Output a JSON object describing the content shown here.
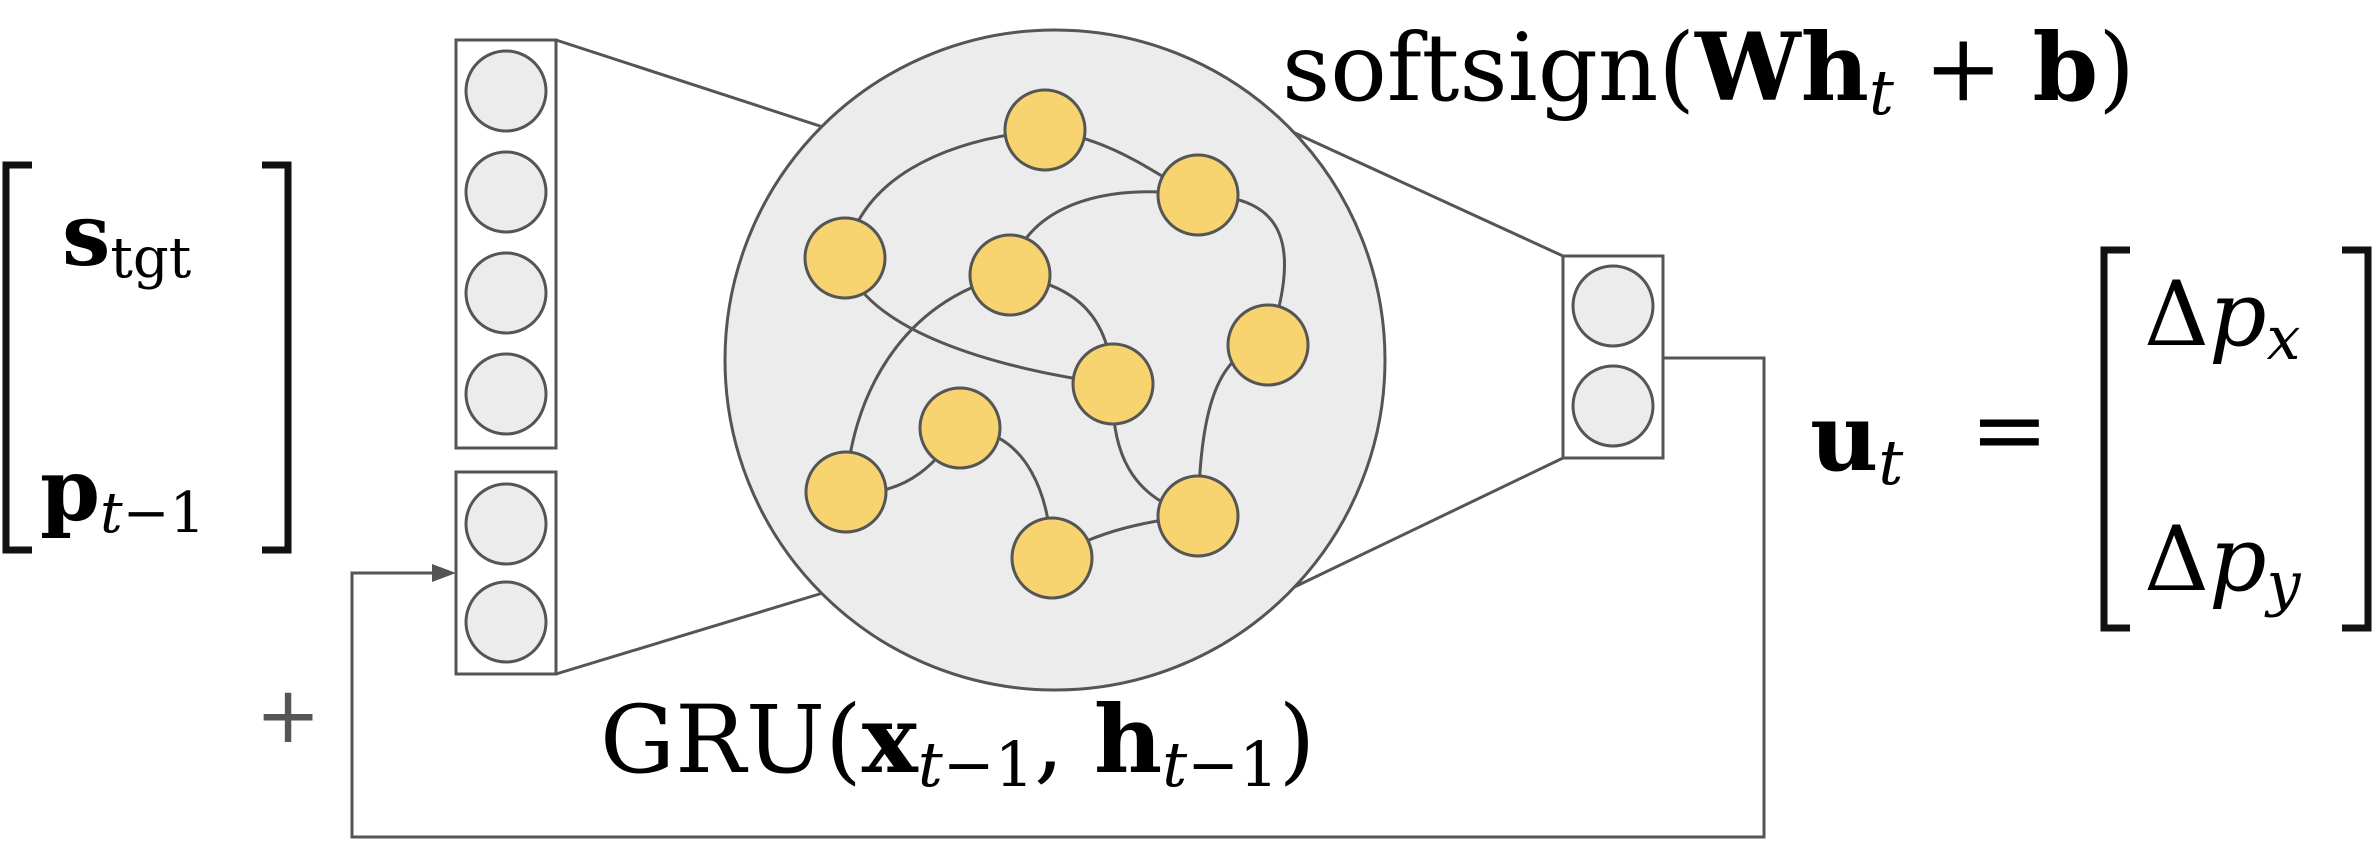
{
  "diagram": {
    "input_vector": {
      "top": {
        "main": "s",
        "sub": "tgt"
      },
      "bottom": {
        "main": "p",
        "sub_var": "t",
        "sub_rest": "−1"
      }
    },
    "plus_sign": "+",
    "gru_label": {
      "func": "GRU(",
      "arg1": "x",
      "arg1_sub_var": "t",
      "arg1_sub_rest": "−1",
      "comma": ", ",
      "arg2": "h",
      "arg2_sub_var": "t",
      "arg2_sub_rest": "−1",
      "close": ")"
    },
    "softsign_label": {
      "func": "softsign(",
      "W": "W",
      "h": "h",
      "h_sub": "t",
      "plus": " + ",
      "b": "b",
      "close": ")"
    },
    "output": {
      "lhs_main": "u",
      "lhs_sub": "t",
      "equals": "=",
      "top": {
        "delta": "Δ",
        "var": "p",
        "sub": "x"
      },
      "bottom": {
        "delta": "Δ",
        "var": "p",
        "sub": "y"
      }
    },
    "colors": {
      "line": "#555555",
      "neuron_fill": "#f7d46f",
      "neuron_stroke": "#555555",
      "cell_fill": "#ececec",
      "gru_fill": "#ececec",
      "bracket": "#111111"
    }
  }
}
